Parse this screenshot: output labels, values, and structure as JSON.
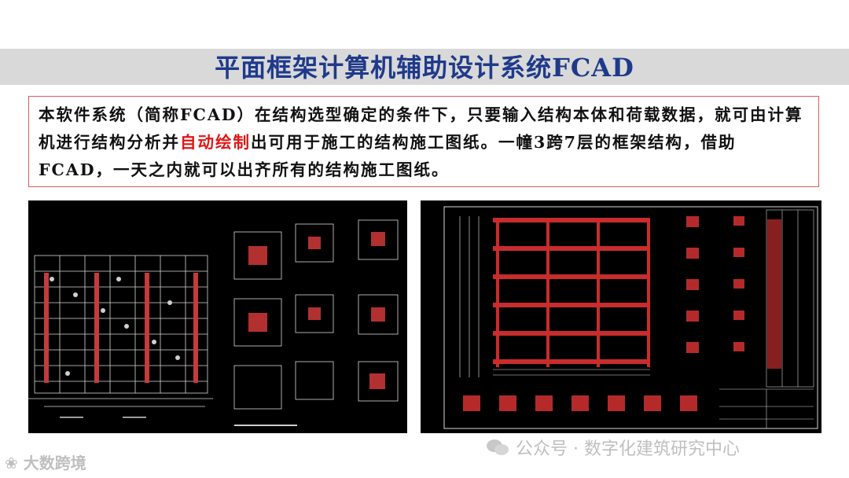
{
  "slide": {
    "title": "平面框架计算机辅助设计系统FCAD",
    "paragraph": {
      "part1": "本软件系统（简称FCAD）在结构选型确定的条件下，只要输入结构本体和荷载数据，就可由计算机进行结构分析并",
      "highlight": "自动绘制",
      "part2": "出可用于施工的结构施工图纸。一幢3跨7层的框架结构，借助FCAD，一天之内就可以出齐所有的结构施工图纸。"
    },
    "colors": {
      "title": "#1f3a8a",
      "highlight": "#e01616",
      "box_border": "#e05a5a",
      "band": "#d9d9d9"
    }
  },
  "images": {
    "left": {
      "description_icon": "cad-drawing-column-sections"
    },
    "right": {
      "description_icon": "cad-drawing-frame-elevation"
    }
  },
  "watermarks": {
    "left_text": "大数跨境",
    "right_text": "公众号 · 数字化建筑研究中心",
    "left_icon": "logo-mark-icon",
    "right_icon": "wechat-icon"
  }
}
